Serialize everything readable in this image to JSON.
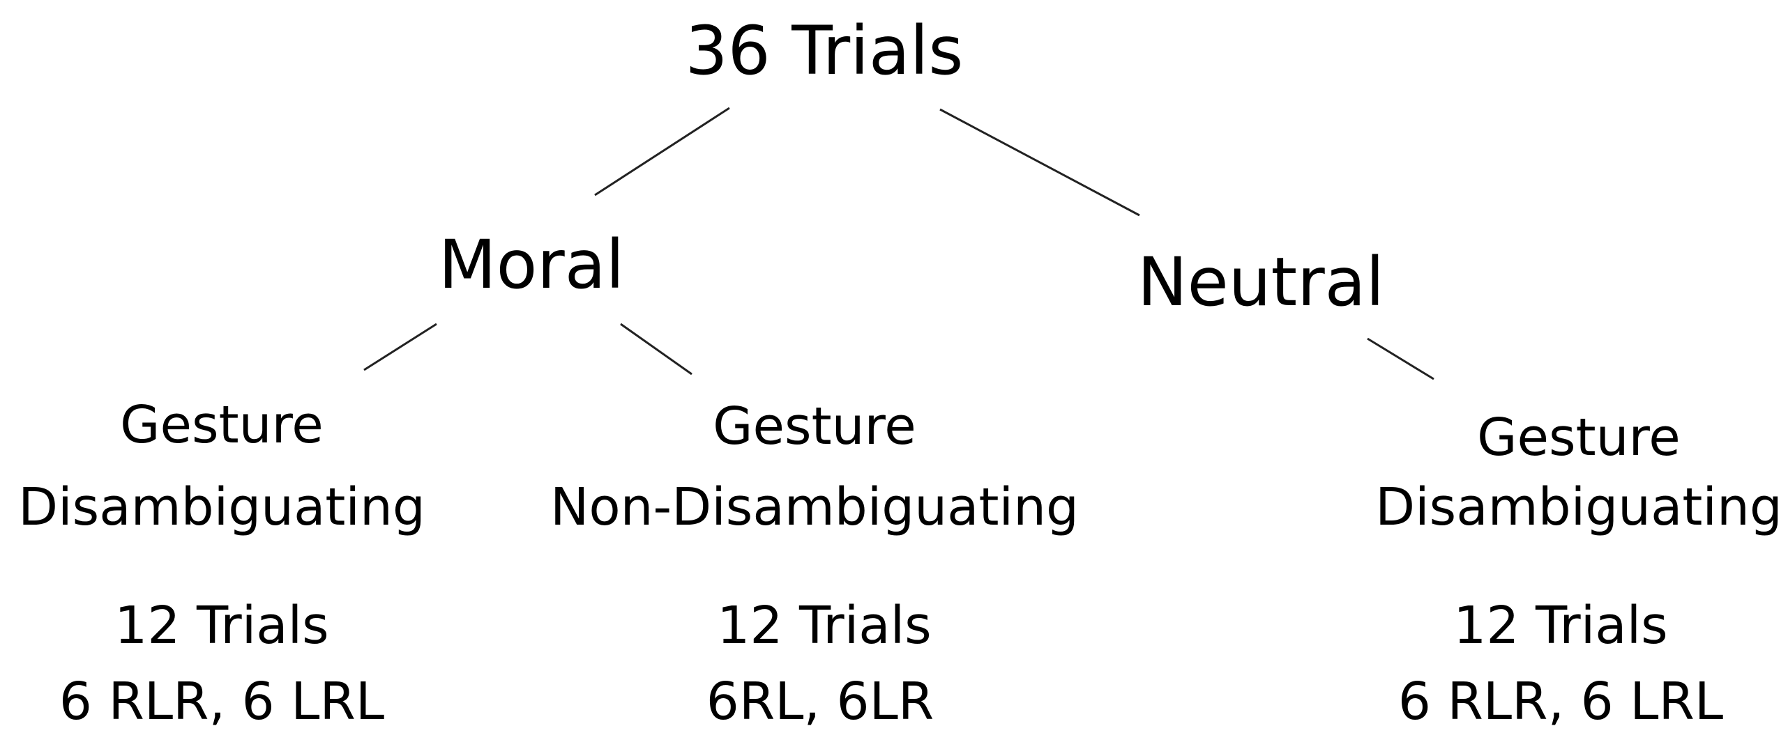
{
  "root": {
    "label": "36 Trials"
  },
  "categories": [
    {
      "label": "Moral"
    },
    {
      "label": "Neutral"
    }
  ],
  "leaves": [
    {
      "line1": "Gesture",
      "line2": "Disambiguating",
      "count": "12 Trials",
      "orders": "6 RLR, 6 LRL"
    },
    {
      "line1": "Gesture",
      "line2": "Non-Disambiguating",
      "count": "12 Trials",
      "orders": "6RL, 6LR"
    },
    {
      "line1": "Gesture",
      "line2": "Disambiguating",
      "count": "12 Trials",
      "orders": "6 RLR, 6 LRL"
    }
  ],
  "colors": {
    "text": "#000000",
    "line": "#222222",
    "background": "#ffffff"
  }
}
